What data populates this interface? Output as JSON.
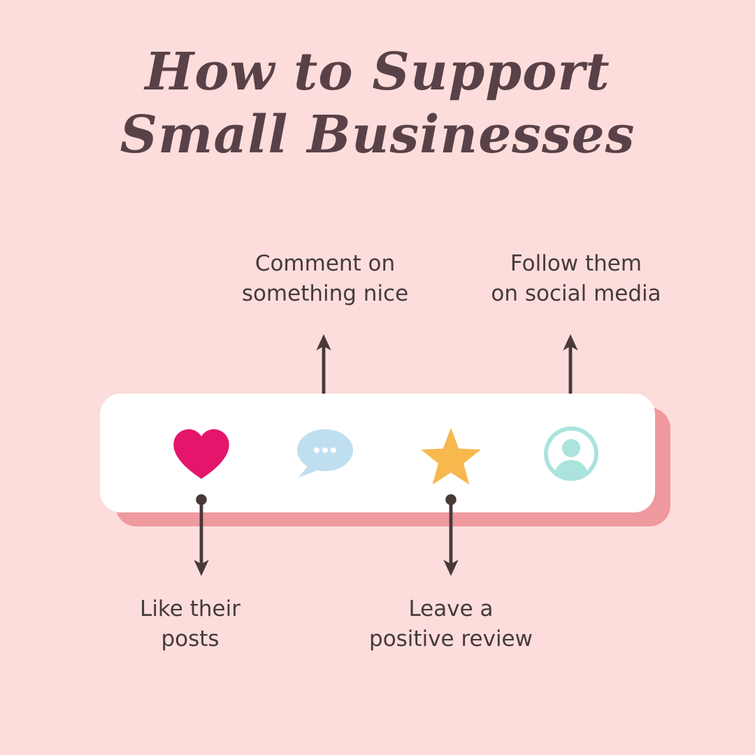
{
  "title": {
    "line1": "How to Support",
    "line2": "Small Businesses"
  },
  "callouts": {
    "comment": {
      "line1": "Comment on",
      "line2": "something nice"
    },
    "follow": {
      "line1": "Follow them",
      "line2": "on social media"
    },
    "like": {
      "line1": "Like their",
      "line2": "posts"
    },
    "review": {
      "line1": "Leave a",
      "line2": "positive review"
    }
  },
  "icons": [
    "heart-icon",
    "speech-bubble-icon",
    "star-icon",
    "profile-icon"
  ],
  "colors": {
    "background": "#fcdddc",
    "title_text": "#594247",
    "label_text": "#453a3c",
    "arrow": "#493a3a",
    "card": "#ffffff",
    "card_shadow": "#ef9a9e",
    "heart": "#e5156b",
    "speech_bubble": "#bfdff1",
    "speech_bubble_dots": "#ffffff",
    "star": "#f7b84e",
    "profile": "#abe3dd"
  }
}
